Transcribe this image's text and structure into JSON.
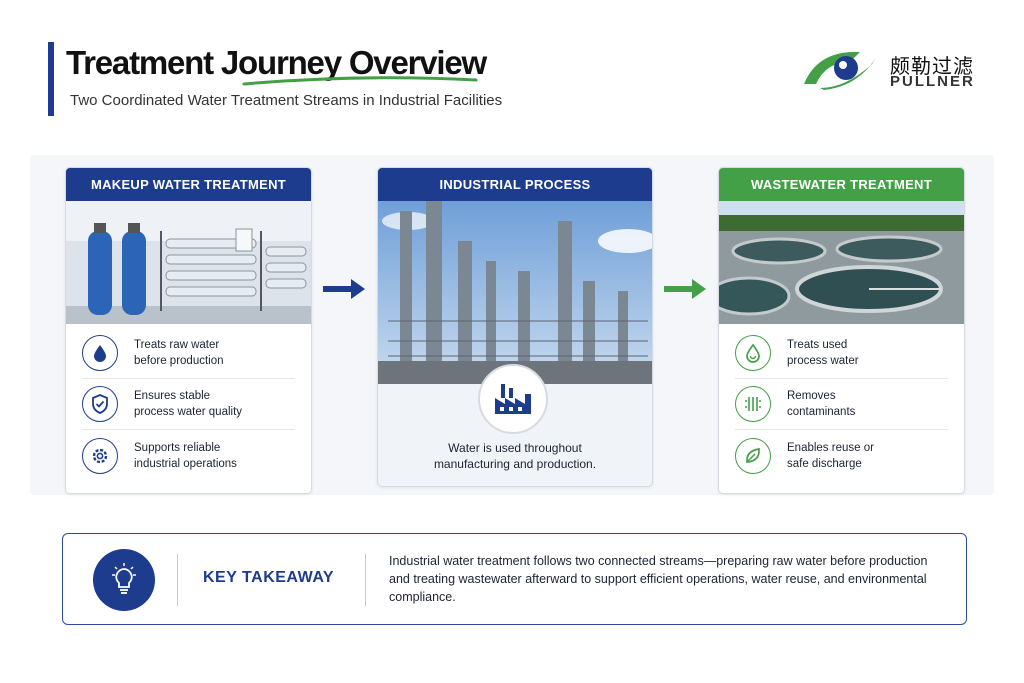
{
  "header": {
    "title": "Treatment Journey Overview",
    "subtitle": "Two Coordinated Water Treatment Streams in Industrial Facilities"
  },
  "logo": {
    "name_cn": "颇勒过滤",
    "name_en": "PULLNER"
  },
  "colors": {
    "primary_blue": "#1e3c8e",
    "accent_green": "#43a047"
  },
  "stages": [
    {
      "title": "MAKEUP WATER TREATMENT",
      "image": "filtration-equipment-photo",
      "items": [
        {
          "icon": "water-drop-icon",
          "text": "Treats raw water\nbefore production"
        },
        {
          "icon": "shield-check-icon",
          "text": "Ensures stable\nprocess water quality"
        },
        {
          "icon": "gear-icon",
          "text": "Supports reliable\nindustrial operations"
        }
      ]
    },
    {
      "title": "INDUSTRIAL PROCESS",
      "image": "refinery-photo",
      "icon": "factory-icon",
      "text": "Water is used throughout\nmanufacturing and production."
    },
    {
      "title": "WASTEWATER TREATMENT",
      "image": "clarifier-tanks-photo",
      "items": [
        {
          "icon": "recycle-drop-icon",
          "text": "Treats used\nprocess water"
        },
        {
          "icon": "filter-icon",
          "text": "Removes\ncontaminants"
        },
        {
          "icon": "leaf-icon",
          "text": "Enables reuse or\nsafe discharge"
        }
      ]
    }
  ],
  "takeaway": {
    "label": "KEY TAKEAWAY",
    "text": "Industrial water treatment follows two connected streams—preparing raw water before production and treating wastewater afterward to support efficient operations, water reuse, and environmental compliance."
  }
}
